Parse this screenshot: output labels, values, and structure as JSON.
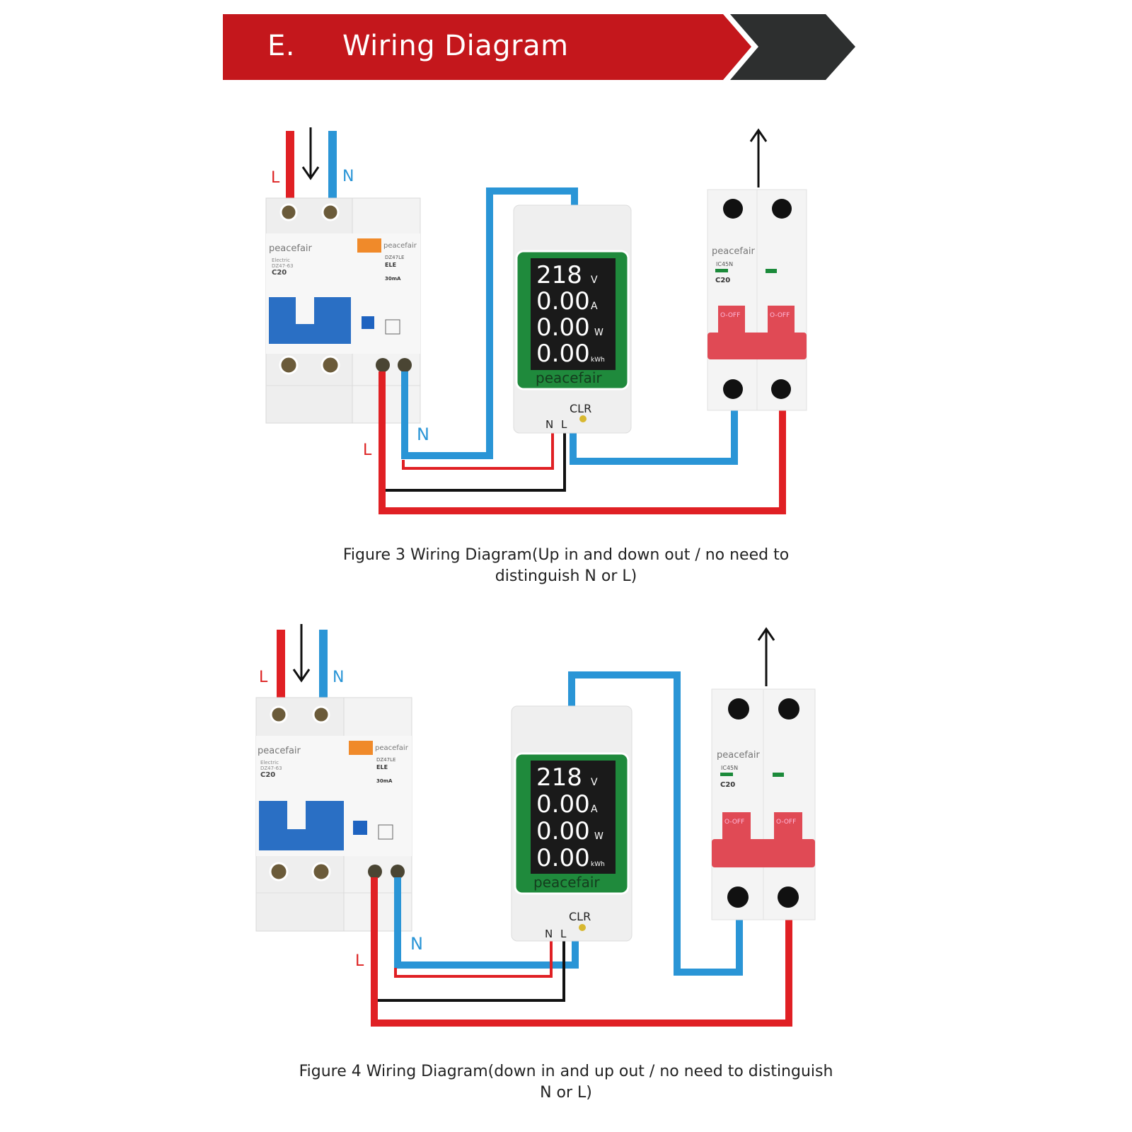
{
  "header": {
    "section_letter": "E.",
    "title": "Wiring Diagram",
    "colors": {
      "red": "#c4171c",
      "dark": "#2d2f2f"
    }
  },
  "colors": {
    "live_wire": "#e02024",
    "neutral_wire": "#2a95d6",
    "signal_wire": "#111111",
    "meter_green": "#1f8a3c",
    "rcbo_handle": "#2a6fc4",
    "mcb_handle": "#e04a55",
    "rcbo_tag": "#f08a2a"
  },
  "figures": [
    {
      "id": "figure-3",
      "caption_line1": "Figure 3 Wiring Diagram(Up in and down out / no need to",
      "caption_line2": "distinguish N or L)",
      "input_labels": {
        "L": "L",
        "N": "N"
      },
      "output_labels": {
        "N": "N",
        "L": "L"
      },
      "rcbo": {
        "brand": "peacefair",
        "model_line1": "Electric",
        "model_line2": "DZ47-63",
        "rating": "C20",
        "tag_brand": "peacefair",
        "tag_model": "DZ47LE",
        "tag_type": "ELE",
        "tag_current": "30mA"
      },
      "meter": {
        "voltage": "218",
        "voltage_unit": "V",
        "current": "0.00",
        "current_unit": "A",
        "power": "0.00",
        "power_unit": "W",
        "energy": "0.00",
        "energy_unit": "kWh",
        "brand": "peacefair",
        "clr_label": "CLR",
        "terminal_n": "N",
        "terminal_l": "L"
      },
      "mcb": {
        "brand": "peacefair",
        "model": "IC45N",
        "rating": "C20",
        "switch_label_left": "O-OFF",
        "switch_label_right": "O-OFF"
      }
    },
    {
      "id": "figure-4",
      "caption_line1": "Figure 4 Wiring Diagram(down in and up out / no need to distinguish",
      "caption_line2": "N or L)",
      "input_labels": {
        "L": "L",
        "N": "N"
      },
      "output_labels": {
        "N": "N",
        "L": "L"
      },
      "rcbo": {
        "brand": "peacefair",
        "model_line1": "Electric",
        "model_line2": "DZ47-63",
        "rating": "C20",
        "tag_brand": "peacefair",
        "tag_model": "DZ47LE",
        "tag_type": "ELE",
        "tag_current": "30mA"
      },
      "meter": {
        "voltage": "218",
        "voltage_unit": "V",
        "current": "0.00",
        "current_unit": "A",
        "power": "0.00",
        "power_unit": "W",
        "energy": "0.00",
        "energy_unit": "kWh",
        "brand": "peacefair",
        "clr_label": "CLR",
        "terminal_n": "N",
        "terminal_l": "L"
      },
      "mcb": {
        "brand": "peacefair",
        "model": "IC45N",
        "rating": "C20",
        "switch_label_left": "O-OFF",
        "switch_label_right": "O-OFF"
      }
    }
  ]
}
